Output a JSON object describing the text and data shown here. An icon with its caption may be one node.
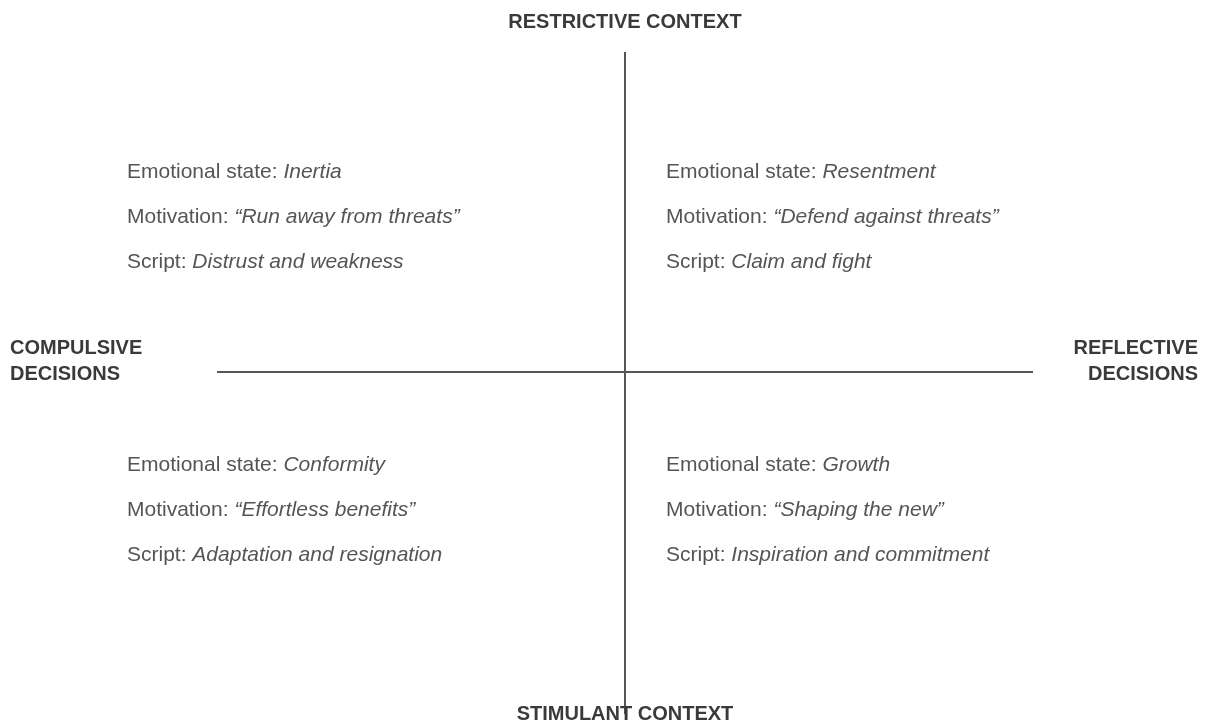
{
  "diagram": {
    "labels": [
      "RESTRICTIVE CONTEXT",
      "Emotional state: *Inertia*",
      "Motivation: *“Run away from threats”*",
      "Script: *Distrust and weakness*",
      "Emotional state: *Resentment*",
      "Motivation: *“Defend against threats”*",
      "Script: *Claim and fight*",
      "COMPULSIVE DECISIONS",
      "REFLECTIVE DECISIONS",
      "Emotional state: *Conformity*",
      "Motivation: *“Effortless benefits”*",
      "Script: *Adaptation and resignation*",
      "Emotional state: *Growth*",
      "Motivation: *“Shaping the new”*",
      "Script: *Inspiration and commitment*",
      "STIMULANT CONTEXT"
    ]
  }
}
